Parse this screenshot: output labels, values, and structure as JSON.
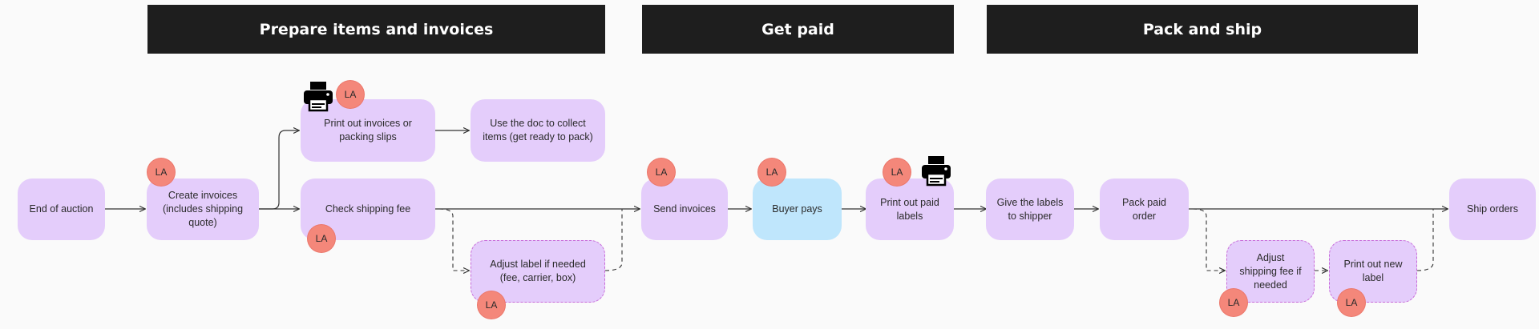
{
  "phases": {
    "prepare": "Prepare items and invoices",
    "get_paid": "Get paid",
    "pack_ship": "Pack and ship"
  },
  "nodes": {
    "end_auction": "End of auction",
    "create_invoices": "Create invoices (includes shipping quote)",
    "print_invoices": "Print out invoices or packing slips",
    "use_doc": "Use the doc to collect items (get ready to pack)",
    "check_fee": "Check shipping fee",
    "adjust_label": "Adjust label if needed (fee, carrier, box)",
    "send_invoices": "Send invoices",
    "buyer_pays": "Buyer pays",
    "print_paid_labels": "Print out paid labels",
    "give_labels": "Give the labels to shipper",
    "pack_order": "Pack paid order",
    "adjust_fee": "Adjust shipping fee if needed",
    "print_new_label": "Print out new label",
    "ship_orders": "Ship orders"
  },
  "badge_text": "LA",
  "colors": {
    "phase_bg": "#1e1e1e",
    "node_purple": "#e4cdfb",
    "node_blue": "#bfe6fc",
    "badge": "#f4877a",
    "dashed_border": "#c86ad8"
  },
  "icons": [
    "printer-icon",
    "printer-icon"
  ]
}
